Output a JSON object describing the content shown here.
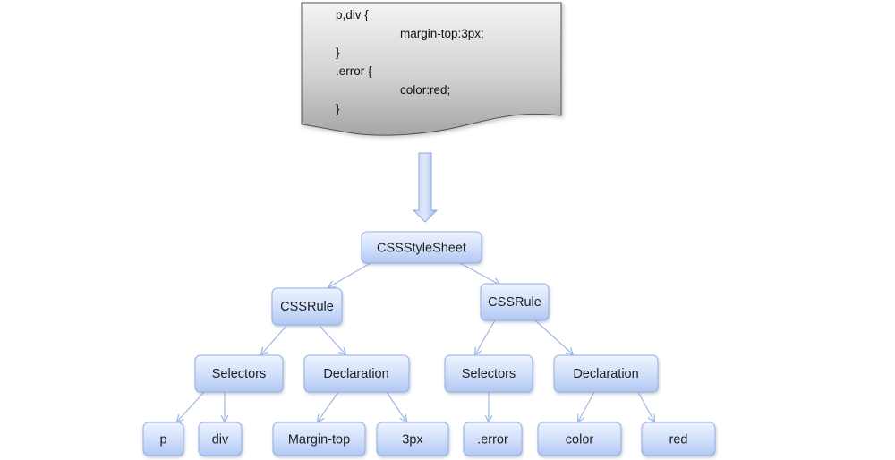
{
  "css_document": {
    "lines": [
      "p,div {",
      "margin-top:3px;",
      "}",
      ".error {",
      "color:red;",
      "}"
    ]
  },
  "tree": {
    "root": "CSSStyleSheet",
    "rule_left": "CSSRule",
    "rule_right": "CSSRule",
    "selectors_left": "Selectors",
    "declaration_left": "Declaration",
    "selectors_right": "Selectors",
    "declaration_right": "Declaration",
    "leaf_p": "p",
    "leaf_div": "div",
    "leaf_margin_top": "Margin-top",
    "leaf_3px": "3px",
    "leaf_error": ".error",
    "leaf_color": "color",
    "leaf_red": "red"
  },
  "colors": {
    "node_fill_top": "#e9f0fd",
    "node_fill_bottom": "#b3c9f3",
    "node_stroke": "#93aee6",
    "edge": "#9fb8e6",
    "arrow_fill": "#a9c1f1",
    "doc_fill_top": "#f3f3f3",
    "doc_fill_bottom": "#a8a8a8"
  }
}
